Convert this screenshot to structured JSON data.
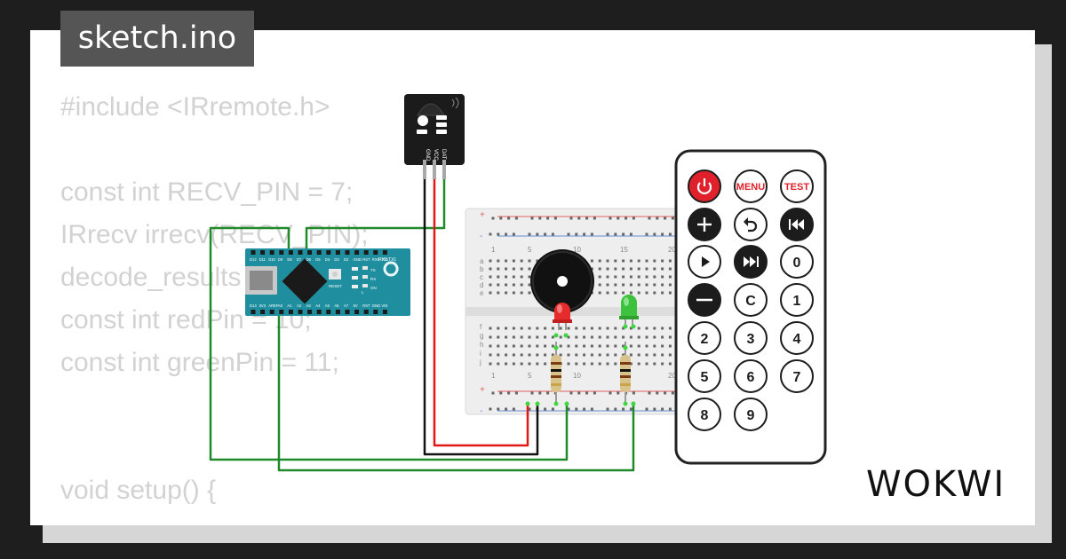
{
  "title": "sketch.ino",
  "brand": "WOKWI",
  "code_lines": [
    "#include <IRremote.h>",
    "",
    "const int RECV_PIN = 7;",
    "IRrecv irrecv(RECV_PIN);",
    "decode_results results;",
    "const int redPin = 10;",
    "const int greenPin = 11;",
    "",
    "",
    "void setup() {"
  ],
  "ir_receiver": {
    "pins": [
      "GND",
      "VCC",
      "DAT"
    ]
  },
  "arduino_nano": {
    "top_pins": [
      "D12",
      "D11",
      "D10",
      "D9",
      "D8",
      "D7",
      "D6",
      "D5",
      "D4",
      "D3",
      "D2",
      "GND",
      "RST",
      "RX0",
      "TX1"
    ],
    "bottom_pins": [
      "D13",
      "3V3",
      "AREF",
      "A0",
      "A1",
      "A2",
      "A3",
      "A4",
      "A5",
      "A6",
      "A7",
      "5V",
      "RST",
      "GND",
      "VIN"
    ],
    "labels": {
      "rxtx": "RX0 TX1",
      "reset": "RESET",
      "on": "ON",
      "l": "L",
      "tx": "TX",
      "rx": "RX"
    }
  },
  "breadboard": {
    "col_numbers": [
      "1",
      "5",
      "10",
      "15",
      "20"
    ],
    "bottom_col_numbers": [
      "1",
      "5",
      "10",
      "20"
    ],
    "rows_top": [
      "a",
      "b",
      "c",
      "d",
      "e"
    ],
    "rows_bottom": [
      "f",
      "g",
      "h",
      "i",
      "j"
    ],
    "rail_sign": [
      "+",
      "-"
    ]
  },
  "remote": {
    "buttons": [
      {
        "label": "",
        "icon": "power-icon",
        "color": "#e0202a",
        "text_color": "#ffffff"
      },
      {
        "label": "MENU",
        "icon": "",
        "color": "#ffffff",
        "text_color": "#e0202a"
      },
      {
        "label": "TEST",
        "icon": "",
        "color": "#ffffff",
        "text_color": "#e0202a"
      },
      {
        "label": "",
        "icon": "plus-icon",
        "color": "#1c1c1c",
        "text_color": "#ffffff"
      },
      {
        "label": "",
        "icon": "back-icon",
        "color": "#ffffff",
        "text_color": "#1c1c1c"
      },
      {
        "label": "",
        "icon": "rewind-icon",
        "color": "#1c1c1c",
        "text_color": "#ffffff"
      },
      {
        "label": "",
        "icon": "play-icon",
        "color": "#ffffff",
        "text_color": "#1c1c1c"
      },
      {
        "label": "",
        "icon": "fast-forward-icon",
        "color": "#1c1c1c",
        "text_color": "#ffffff"
      },
      {
        "label": "0",
        "icon": "",
        "color": "#ffffff",
        "text_color": "#1c1c1c"
      },
      {
        "label": "",
        "icon": "minus-icon",
        "color": "#1c1c1c",
        "text_color": "#ffffff"
      },
      {
        "label": "C",
        "icon": "",
        "color": "#ffffff",
        "text_color": "#1c1c1c"
      },
      {
        "label": "1",
        "icon": "",
        "color": "#ffffff",
        "text_color": "#1c1c1c"
      },
      {
        "label": "2",
        "icon": "",
        "color": "#ffffff",
        "text_color": "#1c1c1c"
      },
      {
        "label": "3",
        "icon": "",
        "color": "#ffffff",
        "text_color": "#1c1c1c"
      },
      {
        "label": "4",
        "icon": "",
        "color": "#ffffff",
        "text_color": "#1c1c1c"
      },
      {
        "label": "5",
        "icon": "",
        "color": "#ffffff",
        "text_color": "#1c1c1c"
      },
      {
        "label": "6",
        "icon": "",
        "color": "#ffffff",
        "text_color": "#1c1c1c"
      },
      {
        "label": "7",
        "icon": "",
        "color": "#ffffff",
        "text_color": "#1c1c1c"
      },
      {
        "label": "8",
        "icon": "",
        "color": "#ffffff",
        "text_color": "#1c1c1c"
      },
      {
        "label": "9",
        "icon": "",
        "color": "#ffffff",
        "text_color": "#1c1c1c"
      }
    ]
  },
  "leds": [
    {
      "name": "red-led",
      "color": "#e52b2b"
    },
    {
      "name": "green-led",
      "color": "#3cc23c"
    }
  ],
  "colors": {
    "background": "#1e1e1e",
    "wire_green": "#1e8a2a",
    "wire_red": "#e01818",
    "wire_black": "#111111",
    "nano_board": "#1f8fa0",
    "title_bg": "#555555"
  }
}
